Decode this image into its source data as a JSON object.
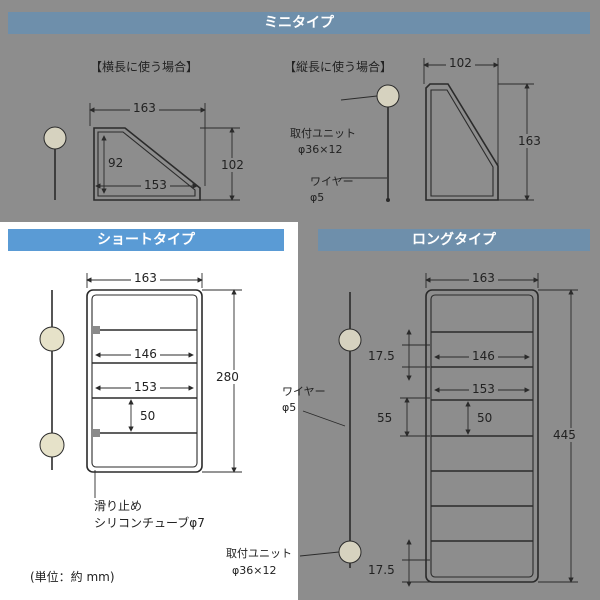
{
  "mini": {
    "title": "ミニタイプ",
    "label_horizontal": "【横長に使う場合】",
    "label_vertical": "【縦長に使う場合】",
    "dims": {
      "width": "163",
      "inner_width": "153",
      "inner_height": "92",
      "height": "102",
      "v_width": "102",
      "v_height": "163"
    },
    "mount_label": "取付ユニット",
    "mount_size": "φ36×12",
    "wire_label": "ワイヤー",
    "wire_size": "φ5"
  },
  "short": {
    "title": "ショートタイプ",
    "dims": {
      "width": "163",
      "shelf1": "146",
      "shelf2": "153",
      "pitch": "50",
      "height": "280"
    },
    "note_line1": "滑り止め",
    "note_line2": "シリコンチューブφ7",
    "unit_note": "(単位：約 mm)"
  },
  "long": {
    "title": "ロングタイプ",
    "dims": {
      "width": "163",
      "shelf1": "146",
      "shelf2": "153",
      "pitch": "50",
      "height": "445",
      "top_offset": "17.5",
      "gap": "55",
      "bottom_offset": "17.5"
    },
    "wire_label": "ワイヤー",
    "wire_size": "φ5",
    "mount_label": "取付ユニット",
    "mount_size": "φ36×12"
  },
  "colors": {
    "panel_grey": "#8d8d8d",
    "header_blue": "#5a9bd5",
    "background": "#ffffff"
  }
}
